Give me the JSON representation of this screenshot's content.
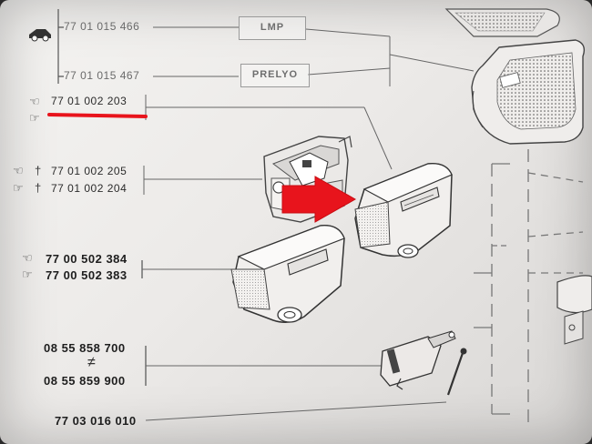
{
  "labels": {
    "lamp": "LMP",
    "prelyo": "PRELYO"
  },
  "parts": {
    "p1": "77 01 015 466",
    "p2": "77 01 015 467",
    "p3": "77 01 002 203",
    "p5": "77 01 002 205",
    "p6": "77 01 002 204",
    "p7": "77 00 502 384",
    "p8": "77 00 502 383",
    "p9": "08 55 858 700",
    "p10": "08 55 859 900",
    "p11": "77 03 016 010"
  },
  "colors": {
    "highlight": "#e8141c",
    "ink": "#2b2b2b",
    "paper": "#eeedeb"
  }
}
